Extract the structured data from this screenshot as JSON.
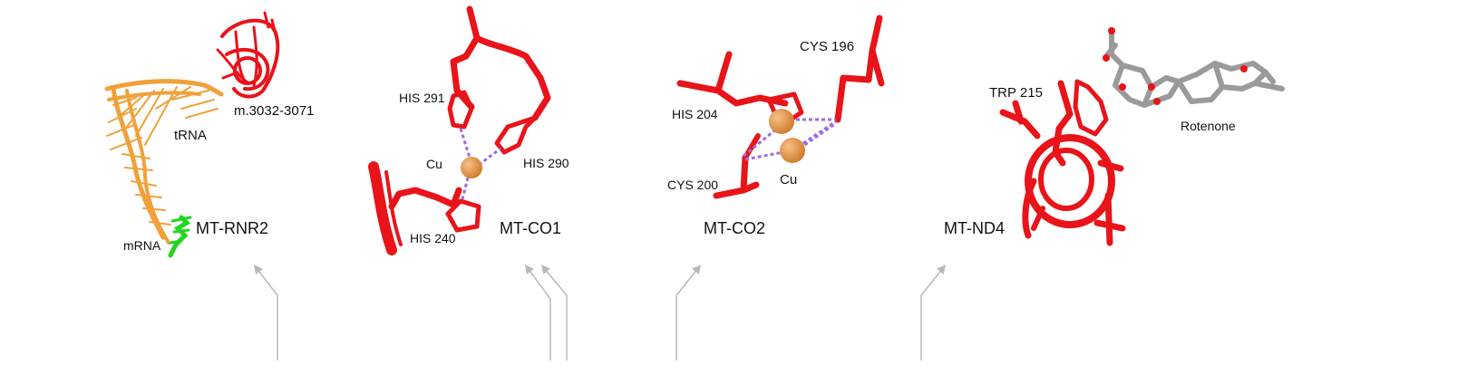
{
  "colors": {
    "protein": "#e8141a",
    "rna": "#f0a13a",
    "mrna": "#22d61e",
    "copper": "#e08a3a",
    "bond": "#9b6fe0",
    "ligand": "#9a9a9a",
    "arrow": "#b9b9b9"
  },
  "panels": {
    "rnr2": {
      "gene": "MT-RNR2",
      "region": "m.3032-3071",
      "trna": "tRNA",
      "mrna": "mRNA"
    },
    "co1": {
      "gene": "MT-CO1",
      "his291": "HIS 291",
      "his290": "HIS 290",
      "his240": "HIS 240",
      "metal": "Cu"
    },
    "co2": {
      "gene": "MT-CO2",
      "cys196": "CYS 196",
      "his204": "HIS 204",
      "cys200": "CYS 200",
      "metal": "Cu"
    },
    "nd4": {
      "gene": "MT-ND4",
      "trp215": "TRP 215",
      "ligand": "Rotenone"
    }
  }
}
